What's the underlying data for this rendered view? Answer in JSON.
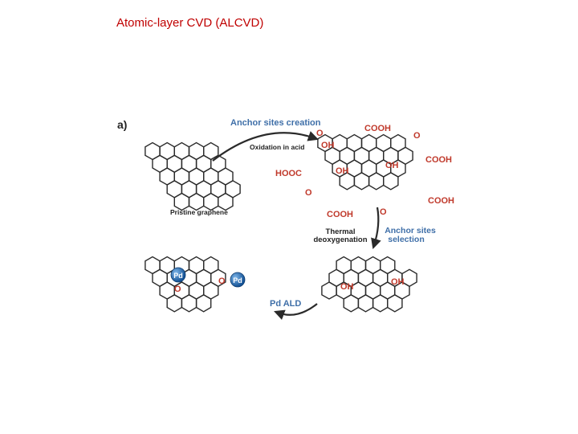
{
  "slide_title": "Atomic-layer CVD (ALCVD)",
  "panel_label": "a)",
  "steps": {
    "anchor_creation": "Anchor sites creation",
    "oxidation": "Oxidation in acid",
    "pristine": "Pristine graphene",
    "thermal_line1": "Thermal",
    "thermal_line2": "deoxygenation",
    "selection_line1": "Anchor sites",
    "selection_line2": "selection",
    "pd_ald": "Pd ALD"
  },
  "groups": {
    "cooh": "COOH",
    "hooc": "HOOC",
    "oh": "OH",
    "o": "O",
    "pd": "Pd"
  },
  "colors": {
    "title": "#c00000",
    "accent": "#3f6fa8",
    "bonds": "#2a2a2a",
    "pd": "#1f6fb4"
  }
}
